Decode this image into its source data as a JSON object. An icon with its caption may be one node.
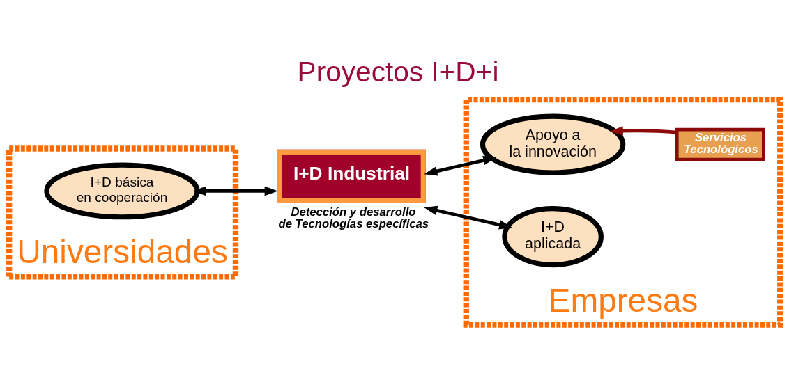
{
  "diagram": {
    "title": "Proyectos I+D+i",
    "nodes": [
      {
        "text": [
          "Universidades"
        ]
      },
      {
        "text": [
          "I+D básica en cooperación"
        ],
        "in": 0
      },
      {
        "text": [
          "Empresas"
        ]
      },
      {
        "text": [
          "Apoyo a la innovación"
        ],
        "in": 2
      },
      {
        "text": [
          "Servicios Tecnológicos"
        ],
        "in": 2
      },
      {
        "text": [
          "I+D aplicada"
        ],
        "in": 2
      },
      {
        "text": [
          "I+D Industrial"
        ],
        "beside": [
          "Detección y desarrollo de Tecnologías específicas"
        ]
      }
    ],
    "edges": [
      {
        "from": 1,
        "to": 6,
        "arrow": "both"
      },
      {
        "from": 6,
        "to": 3,
        "arrow": "both"
      },
      {
        "from": 6,
        "to": 5,
        "arrow": "both"
      },
      {
        "from": 4,
        "to": 3,
        "arrow": "to",
        "color": "#8b0a0a"
      }
    ]
  }
}
